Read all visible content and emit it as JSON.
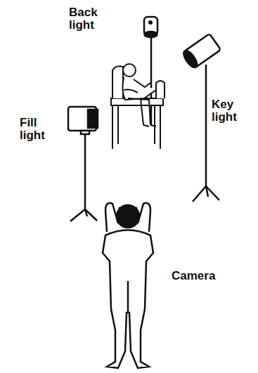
{
  "diagram": {
    "labels": [
      "Back light",
      "Key light",
      "Fill light",
      "Camera"
    ]
  }
}
